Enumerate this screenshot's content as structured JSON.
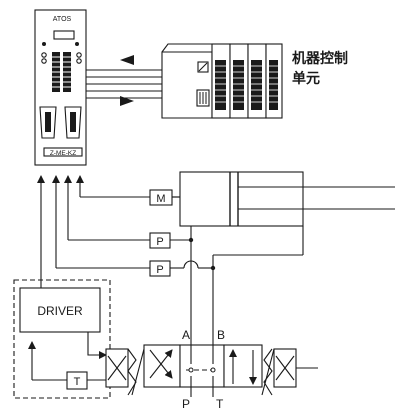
{
  "controller": {
    "brand": "ATOS",
    "model_tag": "Z-ME-KZ"
  },
  "plc": {
    "caption_line1": "机器控制",
    "caption_line2": "单元"
  },
  "symbols": {
    "motor": "M",
    "pressure_1": "P",
    "pressure_2": "P",
    "driver": "DRIVER",
    "transducer": "T"
  },
  "ports": {
    "a": "A",
    "b": "B",
    "p": "P",
    "t": "T"
  }
}
